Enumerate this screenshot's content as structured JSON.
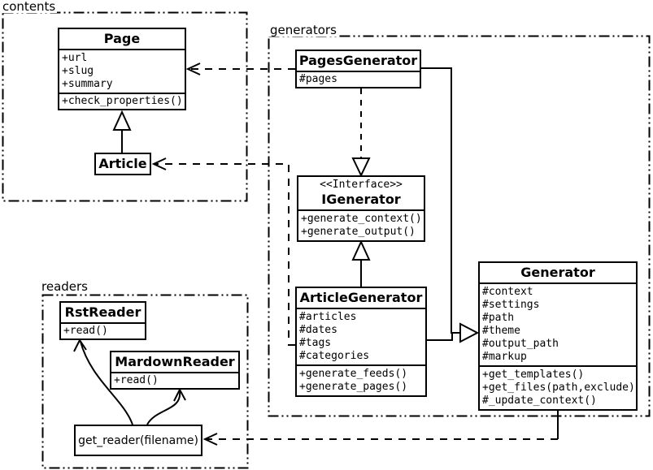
{
  "packages": {
    "contents": {
      "label": "contents"
    },
    "generators": {
      "label": "generators"
    },
    "readers": {
      "label": "readers"
    }
  },
  "classes": {
    "page": {
      "name": "Page",
      "attributes": [
        "+url",
        "+slug",
        "+summary"
      ],
      "methods": [
        "+check_properties()"
      ]
    },
    "article": {
      "name": "Article"
    },
    "pages_generator": {
      "name": "PagesGenerator",
      "attributes": [
        "#pages"
      ]
    },
    "igenerator": {
      "stereotype": "<<Interface>>",
      "name": "IGenerator",
      "methods": [
        "+generate_context()",
        "+generate_output()"
      ]
    },
    "article_generator": {
      "name": "ArticleGenerator",
      "attributes": [
        "#articles",
        "#dates",
        "#tags",
        "#categories"
      ],
      "methods": [
        "+generate_feeds()",
        "+generate_pages()"
      ]
    },
    "generator": {
      "name": "Generator",
      "attributes": [
        "#context",
        "#settings",
        "#path",
        "#theme",
        "#output_path",
        "#markup"
      ],
      "methods": [
        "+get_templates()",
        "+get_files(path,exclude)",
        "#_update_context()"
      ]
    },
    "rst_reader": {
      "name": "RstReader",
      "methods": [
        "+read()"
      ]
    },
    "markdown_reader": {
      "name": "MardownReader",
      "methods": [
        "+read()"
      ]
    },
    "get_reader": {
      "name": "get_reader(filename)"
    }
  },
  "colors": {
    "line": "#000000",
    "background": "#ffffff"
  }
}
